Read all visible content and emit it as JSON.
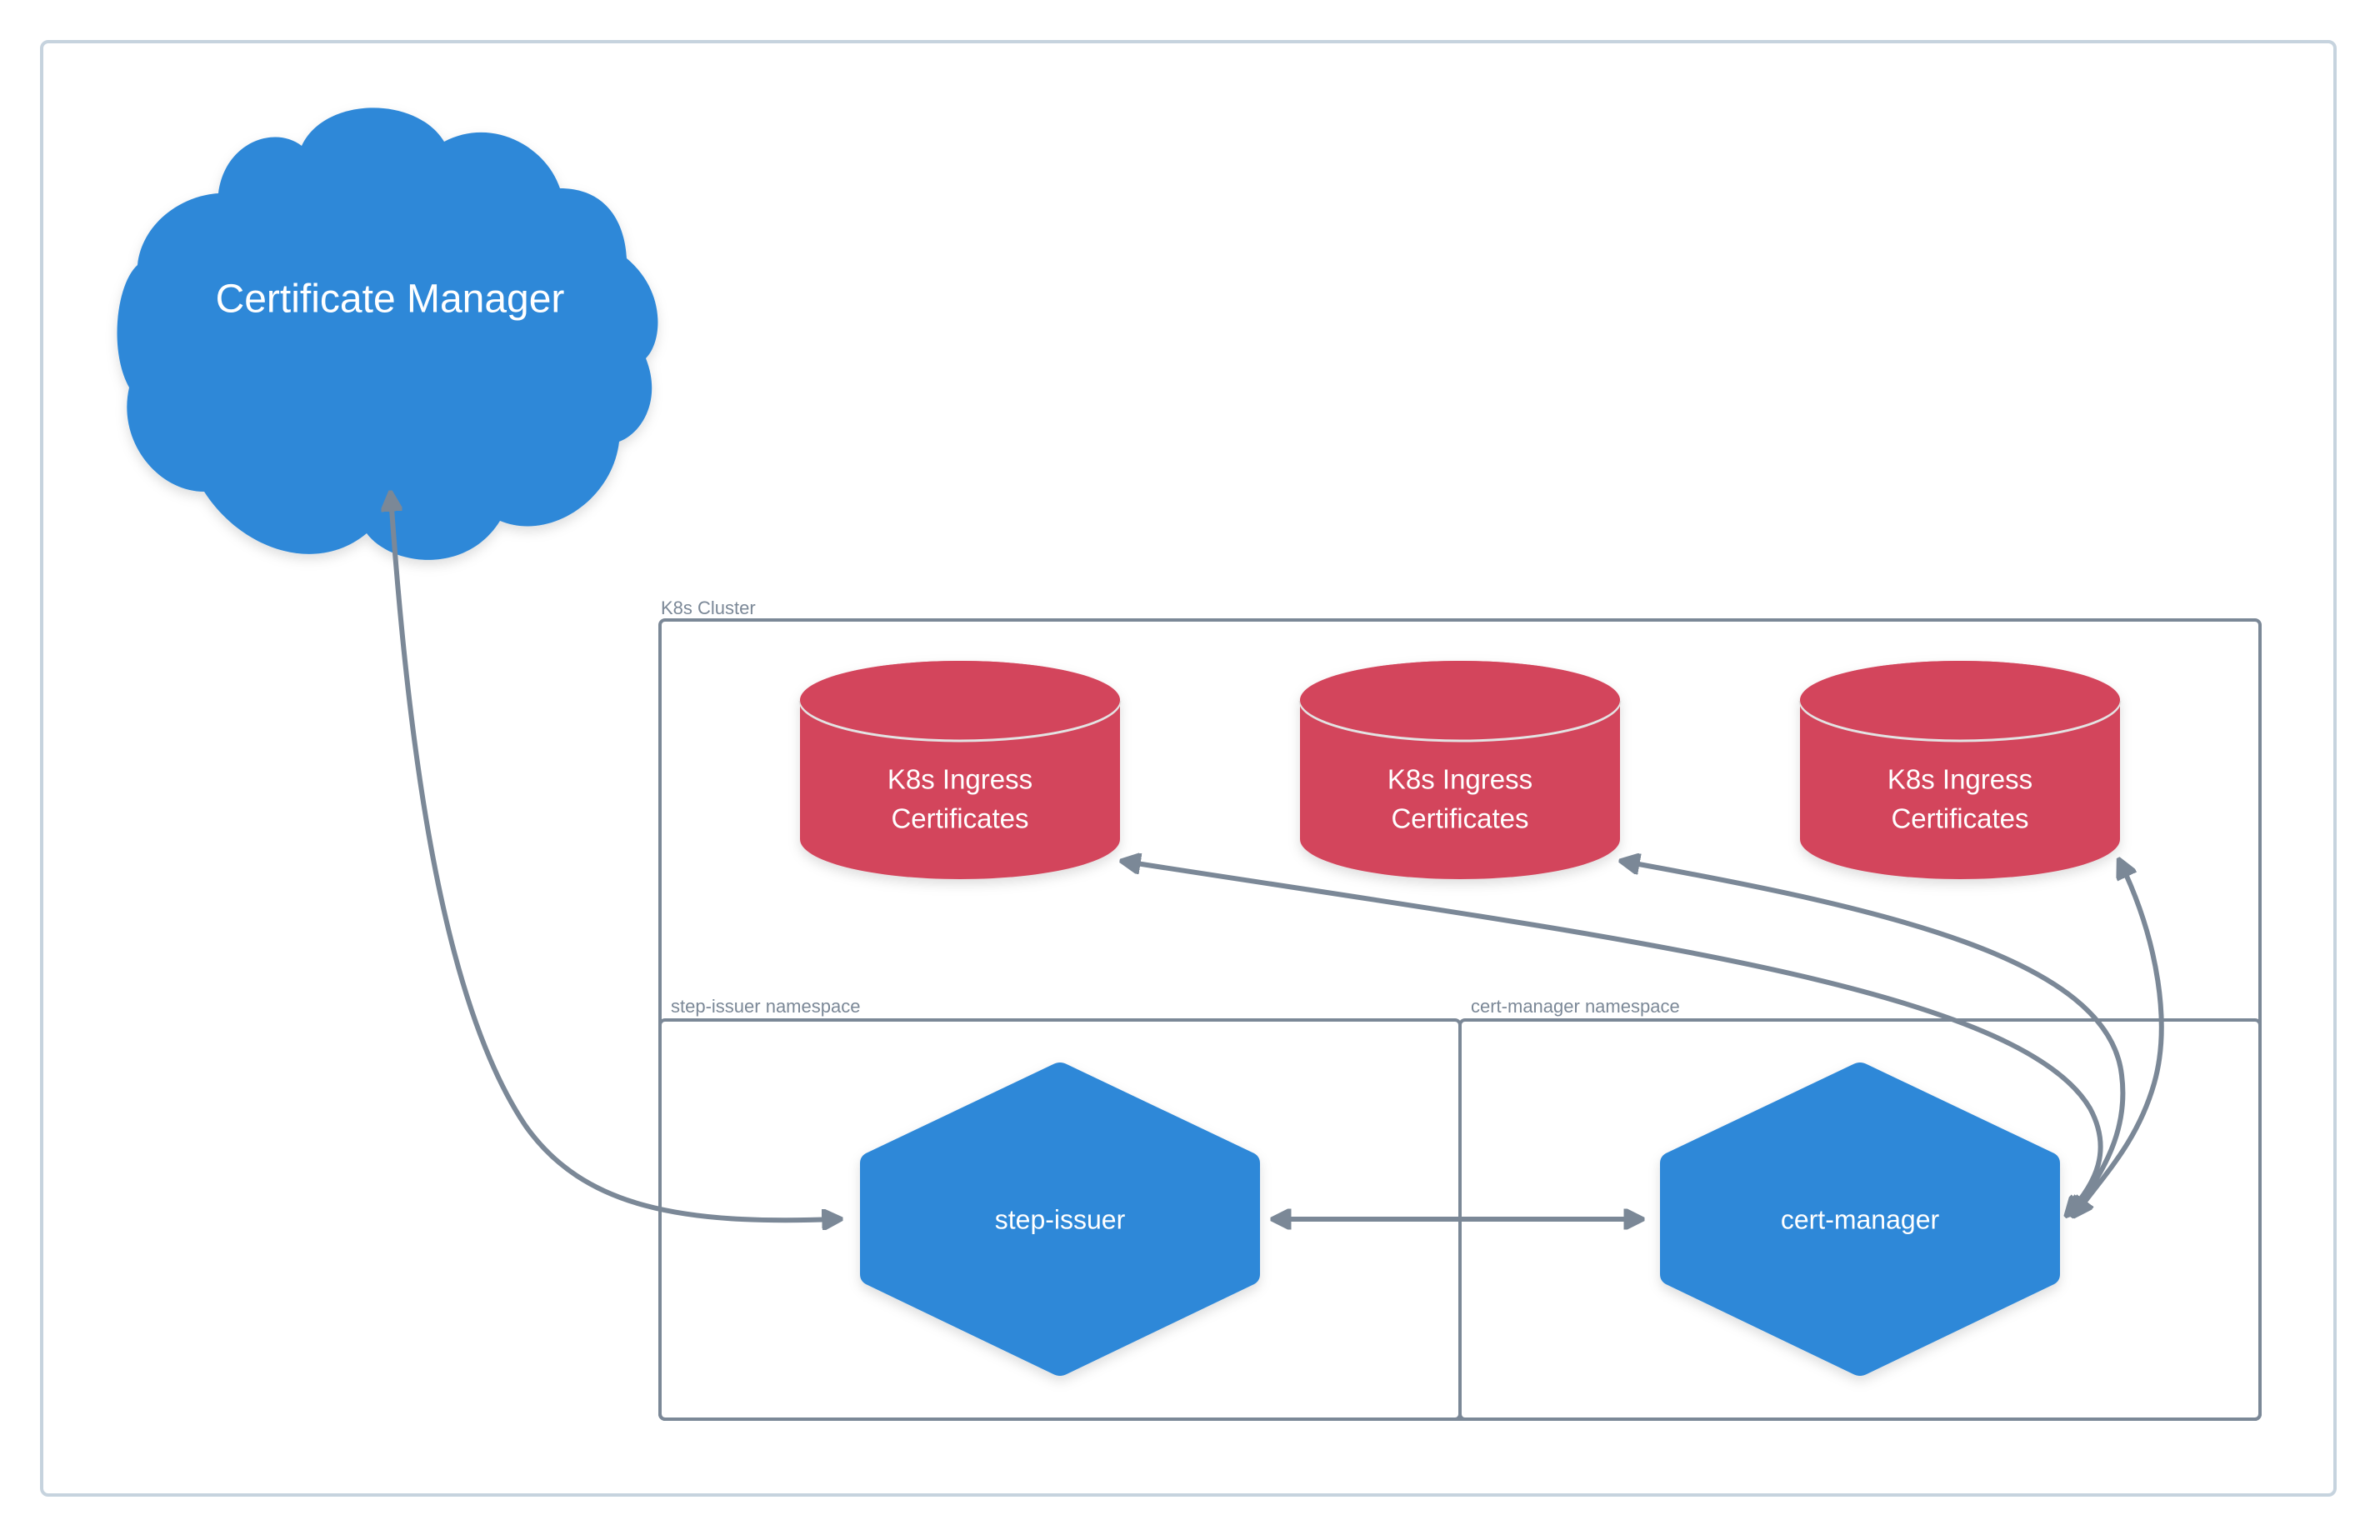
{
  "colors": {
    "node_blue": "#2e88d8",
    "store_red": "#d3455b",
    "edge_gray": "#7b8897",
    "frame_border": "#c6d3de",
    "seam": "#e3e3e3"
  },
  "cloud": {
    "label": "Certificate Manager"
  },
  "cluster": {
    "label": "K8s Cluster"
  },
  "namespaces": [
    {
      "id": "step-issuer-ns",
      "label": "step-issuer namespace"
    },
    {
      "id": "cert-manager-ns",
      "label": "cert-manager namespace"
    }
  ],
  "stores": [
    {
      "id": "store-1",
      "line1": "K8s Ingress",
      "line2": "Certificates"
    },
    {
      "id": "store-2",
      "line1": "K8s Ingress",
      "line2": "Certificates"
    },
    {
      "id": "store-3",
      "line1": "K8s Ingress",
      "line2": "Certificates"
    }
  ],
  "services": [
    {
      "id": "step-issuer",
      "label": "step-issuer"
    },
    {
      "id": "cert-manager",
      "label": "cert-manager"
    }
  ],
  "edges": [
    {
      "from": "cloud",
      "to": "step-issuer",
      "direction": "both"
    },
    {
      "from": "step-issuer",
      "to": "cert-manager",
      "direction": "both"
    },
    {
      "from": "cert-manager",
      "to": "store-1",
      "direction": "both"
    },
    {
      "from": "cert-manager",
      "to": "store-2",
      "direction": "both"
    },
    {
      "from": "cert-manager",
      "to": "store-3",
      "direction": "both"
    }
  ]
}
